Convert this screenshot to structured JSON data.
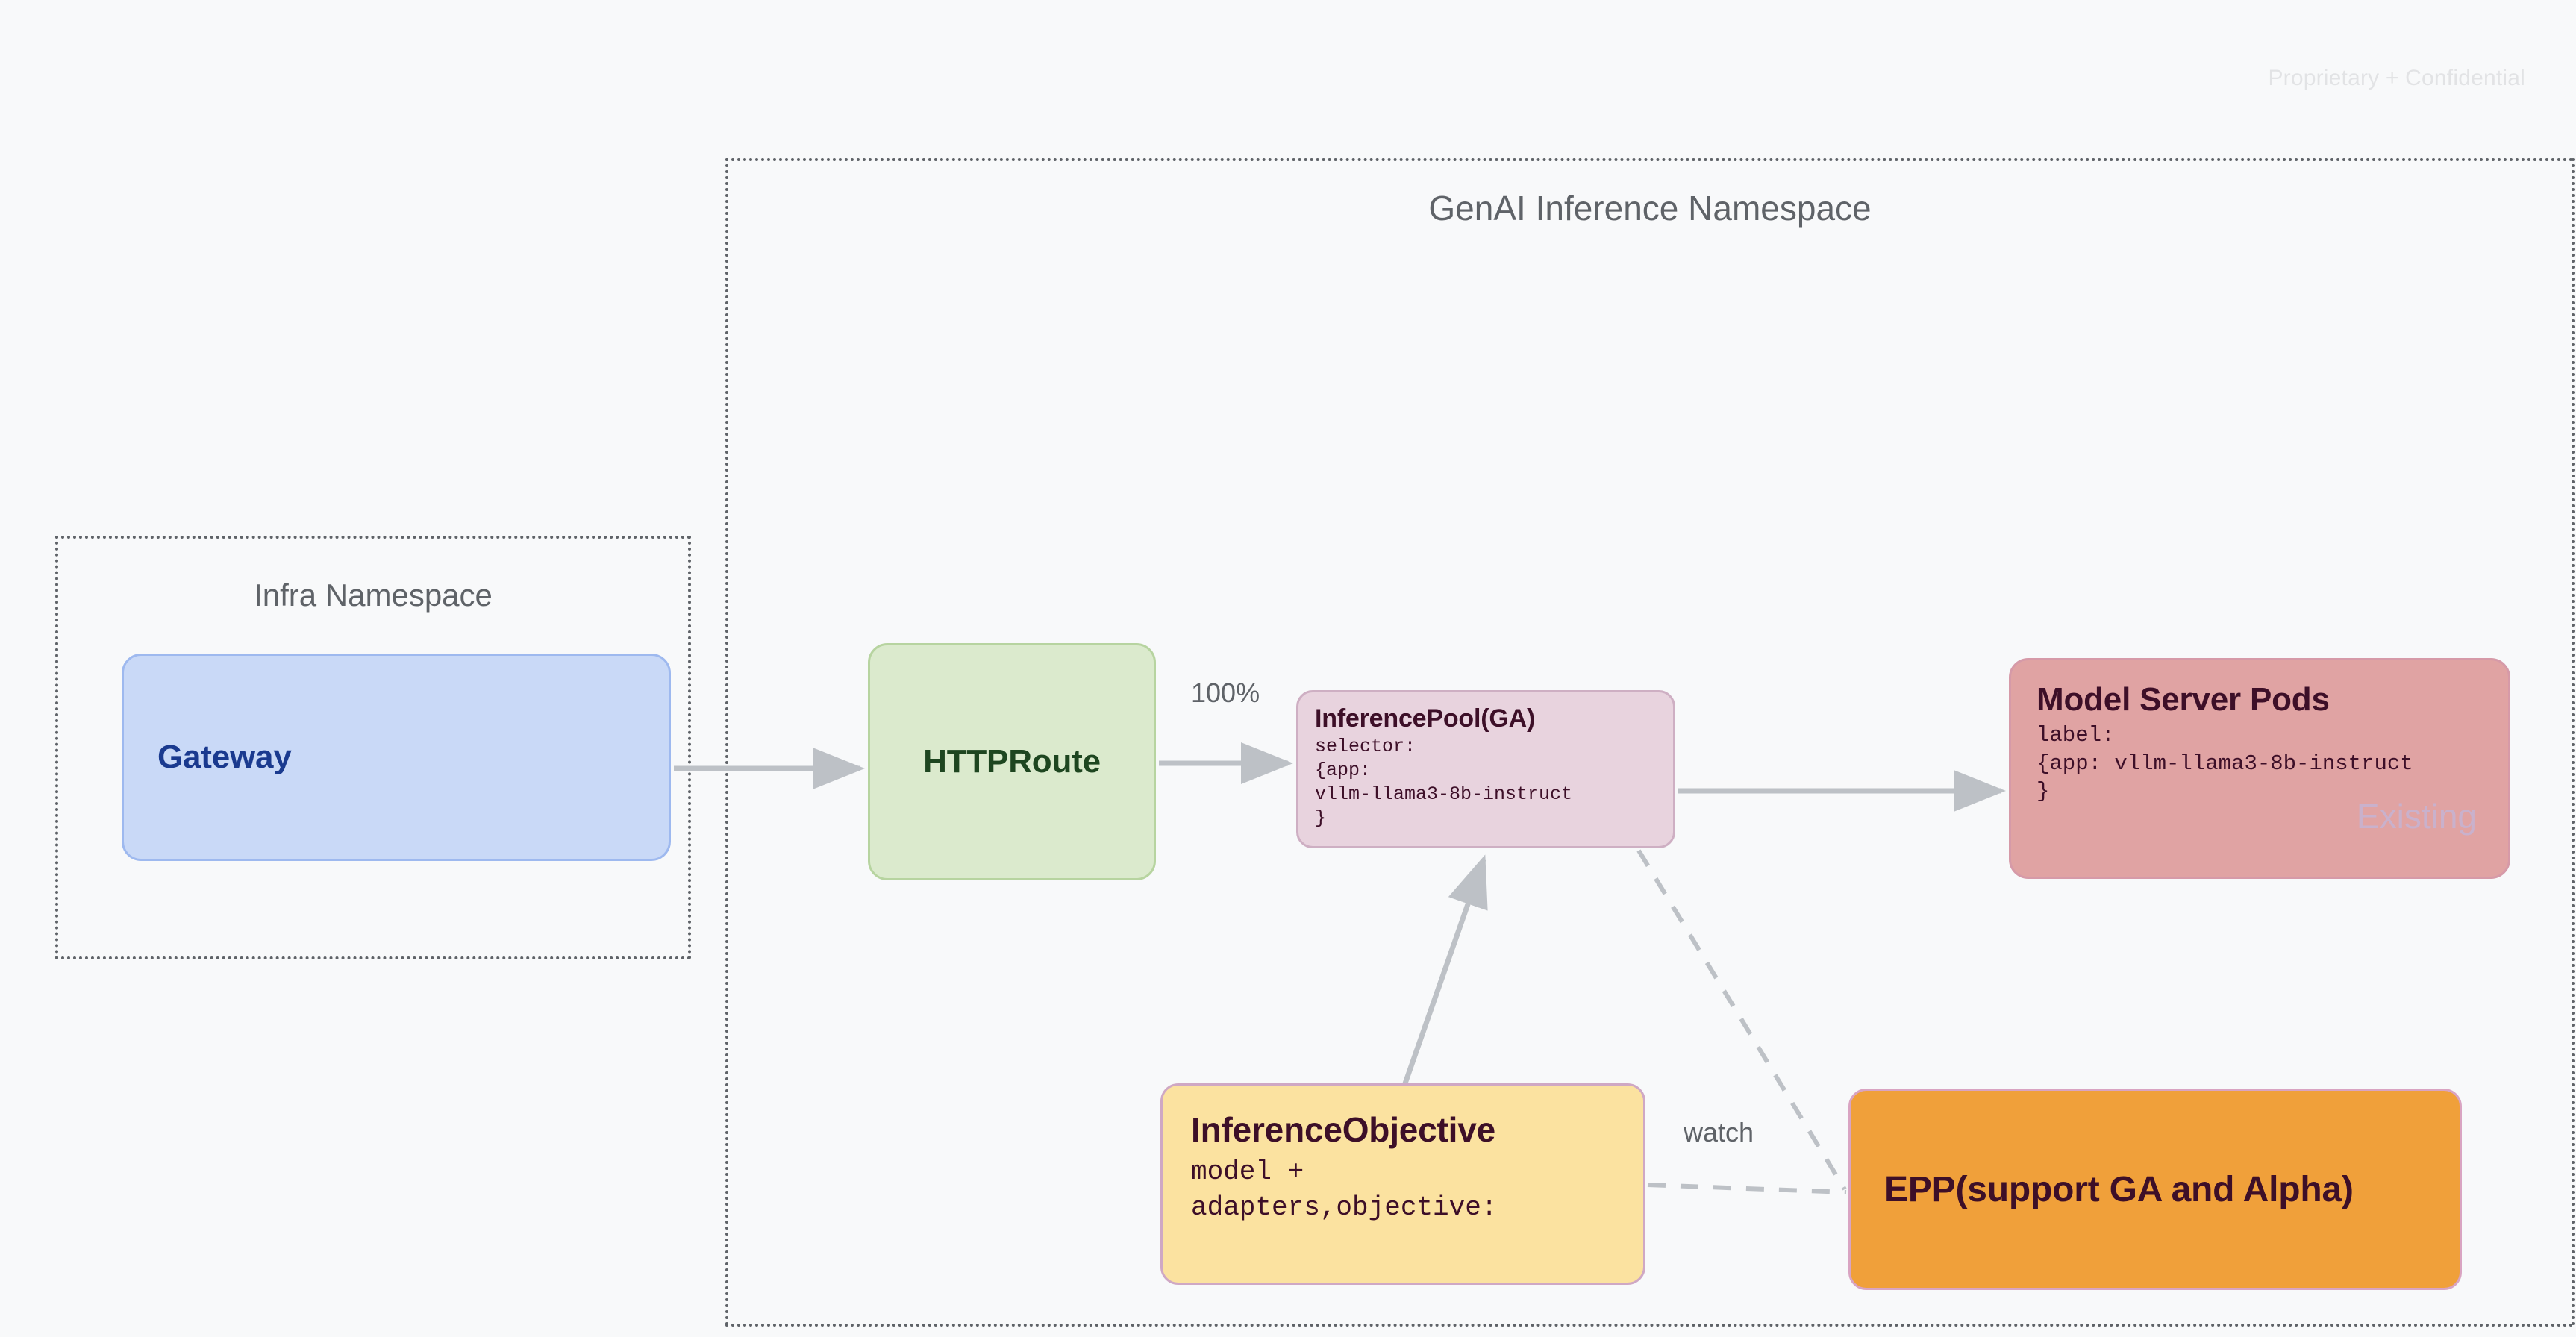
{
  "watermark": "Proprietary + Confidential",
  "namespaces": [
    {
      "id": "genai",
      "title": "GenAI Inference Namespace"
    },
    {
      "id": "infra",
      "title": "Infra Namespace"
    }
  ],
  "nodes": {
    "gateway": {
      "title": "Gateway",
      "fill": "#c9d9f7",
      "text_color": "#1a3a8f"
    },
    "httproute": {
      "title": "HTTPRoute",
      "fill": "#dbeacd",
      "text_color": "#1e4620"
    },
    "inferencepool": {
      "title": "InferencePool(GA)",
      "body_line1": "selector:",
      "body_line2": "{app:",
      "body_line3": "vllm-llama3-8b-instruct",
      "body_line4": "}",
      "fill": "#e8d3de",
      "text_color": "#3d0f28"
    },
    "modelserver": {
      "title": "Model Server Pods",
      "body_line1": "label:",
      "body_line2": "{app: vllm-llama3-8b-instruct",
      "body_line3": "}",
      "badge": "Existing",
      "fill": "#e0a3a3",
      "text_color": "#3d0f28",
      "badge_color": "#c9b1cc"
    },
    "inferenceobjective": {
      "title": "InferenceObjective",
      "body_line1": "model +",
      "body_line2": "adapters,objective:",
      "fill": "#fbe2a0",
      "text_color": "#3d0f28"
    },
    "epp": {
      "title": "EPP(support GA and Alpha)",
      "fill": "#f0a03a",
      "text_color": "#3d0f28"
    }
  },
  "edges": [
    {
      "id": "gateway-to-httproute",
      "label": "",
      "style": "solid"
    },
    {
      "id": "httproute-to-inferencepool",
      "label": "100%",
      "style": "solid"
    },
    {
      "id": "inferencepool-to-modelserver",
      "label": "",
      "style": "solid"
    },
    {
      "id": "inferenceobjective-to-inferencepool",
      "label": "",
      "style": "solid"
    },
    {
      "id": "inferencepool-to-epp",
      "label": "",
      "style": "dashed"
    },
    {
      "id": "inferenceobjective-to-epp",
      "label": "watch",
      "style": "dashed"
    }
  ],
  "edge_labels": {
    "percent": "100%",
    "watch": "watch"
  },
  "colors": {
    "canvas_bg": "#f8f9fa",
    "namespace_border": "#5f6368",
    "connector": "#bdc1c6",
    "watermark": "#e2e3e5"
  }
}
